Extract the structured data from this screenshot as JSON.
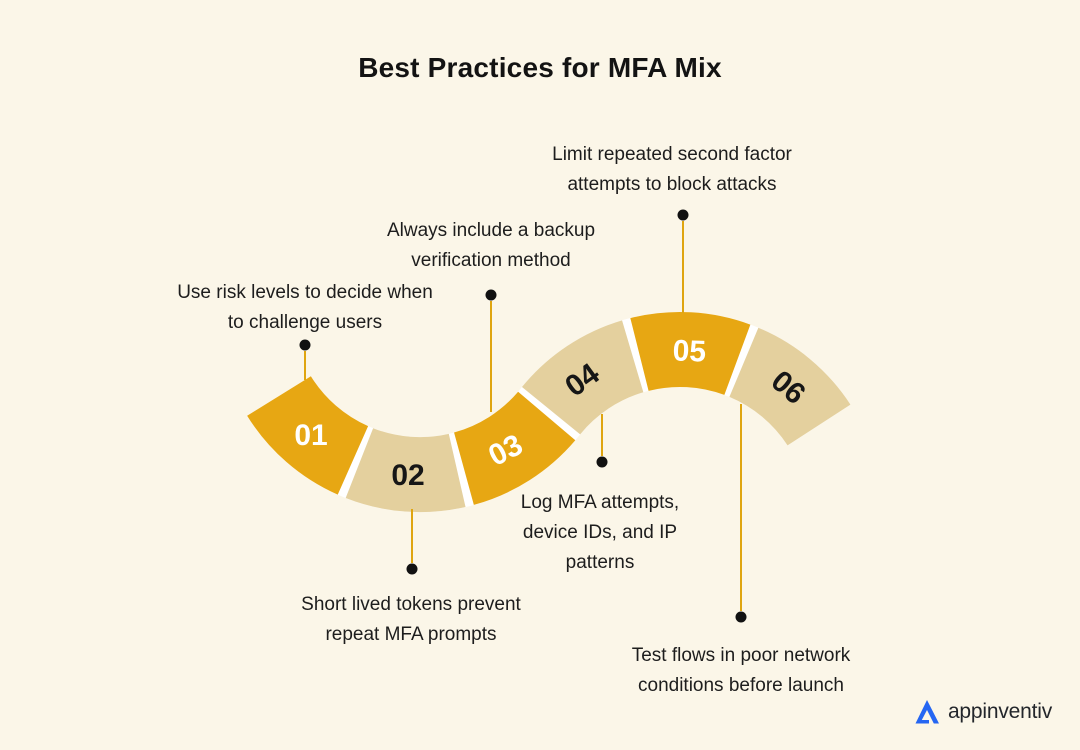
{
  "title": "Best Practices for MFA Mix",
  "colors": {
    "background": "#FBF6E8",
    "segment_orange": "#E7A713",
    "segment_tan": "#E4D09E",
    "segment_gap": "#FFFFFF",
    "stem_gold": "#DFA510",
    "dot_black": "#111111",
    "text_dark": "#1D1D1D",
    "label_white": "#FFFFFF",
    "label_dark": "#161616",
    "logo_blue": "#2566F2"
  },
  "segments": [
    {
      "number": "01",
      "tone": "orange"
    },
    {
      "number": "02",
      "tone": "tan"
    },
    {
      "number": "03",
      "tone": "orange"
    },
    {
      "number": "04",
      "tone": "tan"
    },
    {
      "number": "05",
      "tone": "orange"
    },
    {
      "number": "06",
      "tone": "tan"
    }
  ],
  "callouts": [
    {
      "segment": "01",
      "position": "above",
      "lines": [
        "Use risk levels to decide when",
        "to challenge users"
      ]
    },
    {
      "segment": "03",
      "position": "above",
      "lines": [
        "Always include a backup",
        "verification method"
      ]
    },
    {
      "segment": "05",
      "position": "above",
      "lines": [
        "Limit repeated second factor",
        "attempts to block attacks"
      ]
    },
    {
      "segment": "02",
      "position": "below",
      "lines": [
        "Short lived tokens prevent",
        "repeat MFA prompts"
      ]
    },
    {
      "segment": "04",
      "position": "below",
      "lines": [
        "Log MFA attempts,",
        "device IDs, and IP",
        "patterns"
      ]
    },
    {
      "segment": "06",
      "position": "below",
      "lines": [
        "Test flows in poor network",
        "conditions before launch"
      ]
    }
  ],
  "logo": {
    "text": "appinventiv",
    "mark": "appinventiv-a-icon"
  }
}
